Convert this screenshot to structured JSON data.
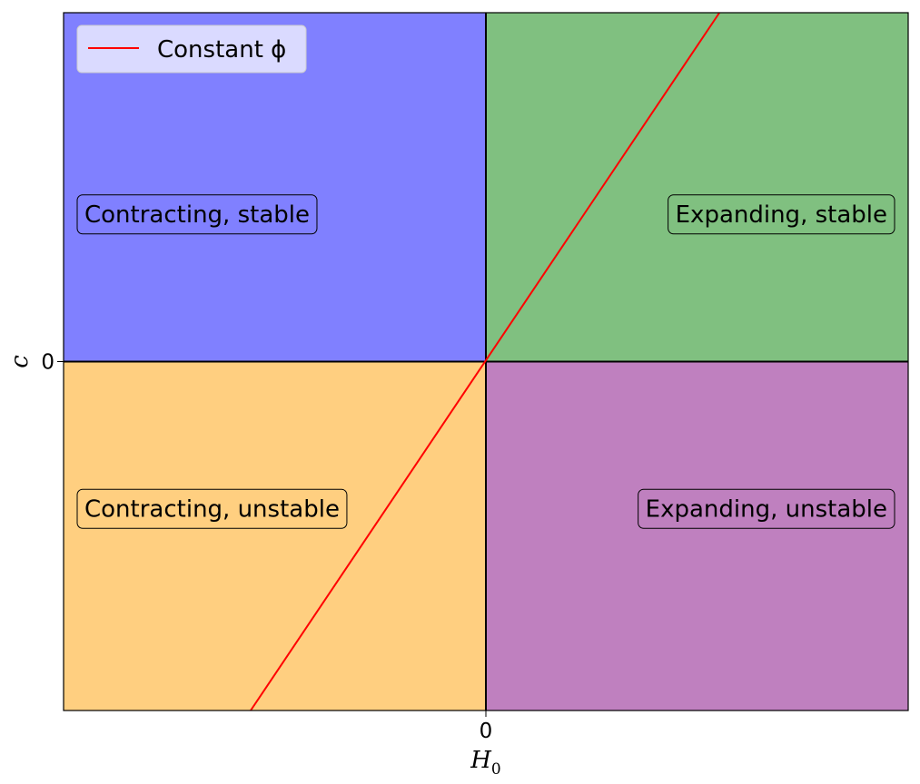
{
  "chart_data": {
    "type": "area",
    "xlabel": "H",
    "xlabel_sub": "0",
    "ylabel": "c",
    "xlim": [
      -1,
      1
    ],
    "ylim": [
      -1,
      1
    ],
    "xticks": [
      "0"
    ],
    "yticks": [
      "0"
    ],
    "grid": false,
    "legend_position": "top-left",
    "regions": [
      {
        "name": "Contracting, stable",
        "x_range": [
          -1,
          0
        ],
        "y_range": [
          0,
          1
        ],
        "color": "#8080ff"
      },
      {
        "name": "Expanding, stable",
        "x_range": [
          0,
          1
        ],
        "y_range": [
          0,
          1
        ],
        "color": "#80c080"
      },
      {
        "name": "Contracting, unstable",
        "x_range": [
          -1,
          0
        ],
        "y_range": [
          -1,
          0
        ],
        "color": "#ffcf80"
      },
      {
        "name": "Expanding, unstable",
        "x_range": [
          0,
          1
        ],
        "y_range": [
          -1,
          0
        ],
        "color": "#bf80bf"
      }
    ],
    "series": [
      {
        "name": "Constant ϕ",
        "type": "line",
        "color": "#ff0000",
        "x": [
          -0.557,
          0.553
        ],
        "y": [
          -1,
          1
        ]
      }
    ]
  }
}
